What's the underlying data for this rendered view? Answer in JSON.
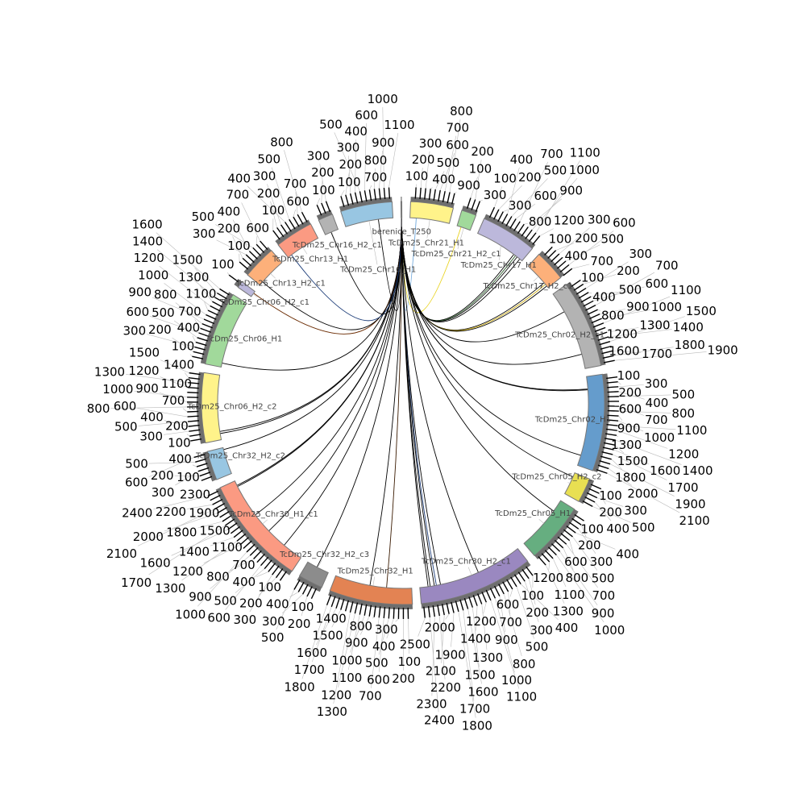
{
  "chart_data": {
    "type": "chord",
    "title": "",
    "tick_step": 100,
    "band_color": "#6e6e6e",
    "link_default_color": "#000000",
    "sectors": [
      {
        "name": "berenice_T250",
        "length": 20,
        "color": "#999999"
      },
      {
        "name": "TcDm25_Chr21_H1",
        "length": 950,
        "color": "#fff38a"
      },
      {
        "name": "TcDm25_Chr21_H2_c1",
        "length": 330,
        "color": "#a1d99b"
      },
      {
        "name": "TcDm25_Chr17_H1",
        "length": 1250,
        "color": "#bcb8db"
      },
      {
        "name": "TcDm25_Chr17_H2_c1",
        "length": 700,
        "color": "#fdb07a"
      },
      {
        "name": "TcDm25_Chr02_H2_c1",
        "length": 1950,
        "color": "#b3b3b3"
      },
      {
        "name": "TcDm25_Chr02_H1",
        "length": 2150,
        "color": "#659ccc"
      },
      {
        "name": "TcDm25_Chr05_H2_c2",
        "length": 550,
        "color": "#e8df52"
      },
      {
        "name": "TcDm25_Chr05_H1",
        "length": 1350,
        "color": "#66ae80"
      },
      {
        "name": "TcDm25_Chr30_H2_c1",
        "length": 2550,
        "color": "#9a88c0"
      },
      {
        "name": "TcDm25_Chr32_H1",
        "length": 1850,
        "color": "#e38353"
      },
      {
        "name": "TcDm25_Chr32_H2_c3",
        "length": 550,
        "color": "#8c8c8c"
      },
      {
        "name": "TcDm25_Chr30_H1_c1",
        "length": 2450,
        "color": "#fb9a82"
      },
      {
        "name": "TcDm25_Chr32_H2_c2",
        "length": 650,
        "color": "#98c6e2"
      },
      {
        "name": "TcDm25_Chr06_H2_c2",
        "length": 1550,
        "color": "#fff38a"
      },
      {
        "name": "TcDm25_Chr06_H1",
        "length": 1650,
        "color": "#a1d99b"
      },
      {
        "name": "TcDm25_Chr06_H2_c1",
        "length": 150,
        "color": "#bcb8db"
      },
      {
        "name": "TcDm25_Chr13_H2_c1",
        "length": 750,
        "color": "#fdb07a"
      },
      {
        "name": "TcDm25_Chr13_H1",
        "length": 850,
        "color": "#fb9a82"
      },
      {
        "name": "TcDm25_Chr16_H2_c1",
        "length": 330,
        "color": "#b3b3b3"
      },
      {
        "name": "TcDm25_Chr16_H1",
        "length": 1150,
        "color": "#98c6e2"
      }
    ],
    "links": [
      {
        "source": "berenice_T250",
        "target": "TcDm25_Chr21_H1",
        "pos": 150,
        "color": "#6fa8dc"
      },
      {
        "source": "berenice_T250",
        "target": "TcDm25_Chr21_H2_c1",
        "pos": 100,
        "color": "#e8d21d"
      },
      {
        "source": "berenice_T250",
        "target": "TcDm25_Chr17_H1",
        "pos": 1000,
        "color": "#000000"
      },
      {
        "source": "berenice_T250",
        "target": "TcDm25_Chr17_H1",
        "pos": 1050,
        "color": "#2e5e2e"
      },
      {
        "source": "berenice_T250",
        "target": "TcDm25_Chr17_H1",
        "pos": 1100,
        "color": "#000000"
      },
      {
        "source": "berenice_T250",
        "target": "TcDm25_Chr17_H1",
        "pos": 1180,
        "color": "#000000"
      },
      {
        "source": "berenice_T250",
        "target": "TcDm25_Chr17_H2_c1",
        "pos": 550,
        "color": "#000000"
      },
      {
        "source": "berenice_T250",
        "target": "TcDm25_Chr17_H2_c1",
        "pos": 600,
        "color": "#c9a700"
      },
      {
        "source": "berenice_T250",
        "target": "TcDm25_Chr17_H2_c1",
        "pos": 650,
        "color": "#000000"
      },
      {
        "source": "berenice_T250",
        "target": "TcDm25_Chr02_H2_c1",
        "pos": 500,
        "color": "#000000"
      },
      {
        "source": "berenice_T250",
        "target": "TcDm25_Chr02_H2_c1",
        "pos": 1600,
        "color": "#000000"
      },
      {
        "source": "berenice_T250",
        "target": "TcDm25_Chr02_H1",
        "pos": 300,
        "color": "#000000"
      },
      {
        "source": "berenice_T250",
        "target": "TcDm25_Chr02_H1",
        "pos": 320,
        "color": "#000000"
      },
      {
        "source": "berenice_T250",
        "target": "TcDm25_Chr02_H1",
        "pos": 1900,
        "color": "#000000"
      },
      {
        "source": "berenice_T250",
        "target": "TcDm25_Chr05_H2_c2",
        "pos": 100,
        "color": "#000000"
      },
      {
        "source": "berenice_T250",
        "target": "TcDm25_Chr05_H1",
        "pos": 300,
        "color": "#000000"
      },
      {
        "source": "berenice_T250",
        "target": "TcDm25_Chr30_H2_c1",
        "pos": 1100,
        "color": "#000000"
      },
      {
        "source": "berenice_T250",
        "target": "TcDm25_Chr30_H2_c1",
        "pos": 2050,
        "color": "#000000"
      },
      {
        "source": "berenice_T250",
        "target": "TcDm25_Chr30_H2_c1",
        "pos": 2150,
        "color": "#1f3f7a"
      },
      {
        "source": "berenice_T250",
        "target": "TcDm25_Chr30_H2_c1",
        "pos": 2200,
        "color": "#000000"
      },
      {
        "source": "berenice_T250",
        "target": "TcDm25_Chr30_H2_c1",
        "pos": 2300,
        "color": "#000000"
      },
      {
        "source": "berenice_T250",
        "target": "TcDm25_Chr30_H2_c1",
        "pos": 2350,
        "color": "#000000"
      },
      {
        "source": "berenice_T250",
        "target": "TcDm25_Chr32_H1",
        "pos": 600,
        "color": "#3a1a00"
      },
      {
        "source": "berenice_T250",
        "target": "TcDm25_Chr32_H1",
        "pos": 1000,
        "color": "#000000"
      },
      {
        "source": "berenice_T250",
        "target": "TcDm25_Chr32_H2_c3",
        "pos": 300,
        "color": "#000000"
      },
      {
        "source": "berenice_T250",
        "target": "TcDm25_Chr30_H1_c1",
        "pos": 500,
        "color": "#000000"
      },
      {
        "source": "berenice_T250",
        "target": "TcDm25_Chr30_H1_c1",
        "pos": 1000,
        "color": "#000000"
      },
      {
        "source": "berenice_T250",
        "target": "TcDm25_Chr30_H1_c1",
        "pos": 1500,
        "color": "#000000"
      },
      {
        "source": "berenice_T250",
        "target": "TcDm25_Chr30_H1_c1",
        "pos": 2300,
        "color": "#000000"
      },
      {
        "source": "berenice_T250",
        "target": "TcDm25_Chr30_H1_c1",
        "pos": 2330,
        "color": "#000000"
      },
      {
        "source": "berenice_T250",
        "target": "TcDm25_Chr32_H2_c2",
        "pos": 600,
        "color": "#000000"
      },
      {
        "source": "berenice_T250",
        "target": "TcDm25_Chr06_H2_c2",
        "pos": 150,
        "color": "#000000"
      },
      {
        "source": "berenice_T250",
        "target": "TcDm25_Chr06_H2_c2",
        "pos": 200,
        "color": "#000000"
      },
      {
        "source": "berenice_T250",
        "target": "TcDm25_Chr06_H1",
        "pos": 100,
        "color": "#000000"
      },
      {
        "source": "berenice_T250",
        "target": "TcDm25_Chr06_H2_c1",
        "pos": 100,
        "color": "#6a2a00"
      },
      {
        "source": "berenice_T250",
        "target": "TcDm25_Chr13_H2_c1",
        "pos": 100,
        "color": "#000000"
      },
      {
        "source": "berenice_T250",
        "target": "TcDm25_Chr13_H1",
        "pos": 100,
        "color": "#1f3f7a"
      },
      {
        "source": "berenice_T250",
        "target": "TcDm25_Chr16_H2_c1",
        "pos": 150,
        "color": "#000000"
      },
      {
        "source": "berenice_T250",
        "target": "TcDm25_Chr16_H1",
        "pos": 800,
        "color": "#000000"
      }
    ]
  }
}
